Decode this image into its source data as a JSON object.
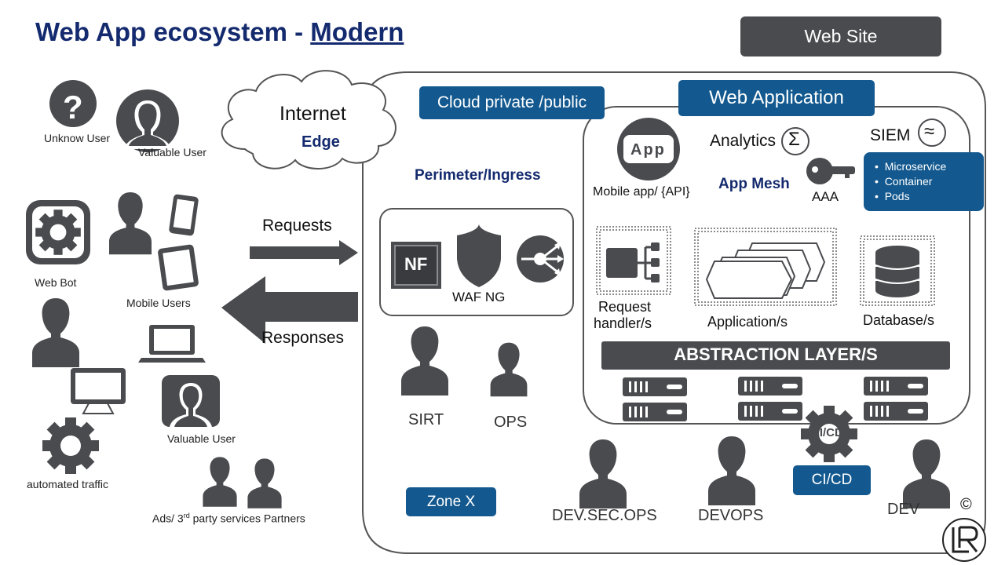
{
  "title": {
    "main": "Web App ecosystem - ",
    "emphasis": "Modern"
  },
  "website_button": "Web Site",
  "cloud": {
    "internet": "Internet",
    "edge": "Edge"
  },
  "cloud_private_label": "Cloud private /public",
  "web_application_label": "Web Application",
  "perimeter": {
    "label": "Perimeter/Ingress",
    "nf": "NF",
    "waf_caption": "WAF NG"
  },
  "arrows": {
    "requests": "Requests",
    "responses": "Responses"
  },
  "users": {
    "unknown": "Unknow User",
    "valuable_top": "Valuable User",
    "web_bot": "Web Bot",
    "mobile": "Mobile Users",
    "valuable_bottom": "Valuable User",
    "automated": "automated traffic",
    "ads": "Ads/ 3",
    "ads_sup": "rd",
    "ads_rest": " party services Partners"
  },
  "webapp": {
    "app_icon": "App",
    "mobile_api": "Mobile app/ {API}",
    "analytics": "Analytics",
    "siem": "SIEM",
    "app_mesh": "App Mesh",
    "aaa": "AAA",
    "features": [
      "Microservice",
      "Container",
      "Pods"
    ],
    "request_handler": [
      "Request",
      "handler/s"
    ],
    "applications": "Application/s",
    "databases": "Database/s",
    "abstraction": "ABSTRACTION LAYER/S"
  },
  "teams": {
    "sirt": "SIRT",
    "ops": "OPS",
    "devsecops": "DEV.SEC.OPS",
    "devops": "DEVOPS",
    "dev": "DEV",
    "cicd_gear": "CI/CD",
    "cicd_box": "CI/CD"
  },
  "zone": "Zone X",
  "copyright": "©",
  "colors": {
    "navy": "#142a6e",
    "blue_box": "#13598f",
    "dark_gray": "#4a4b4f",
    "outline": "#555555"
  }
}
